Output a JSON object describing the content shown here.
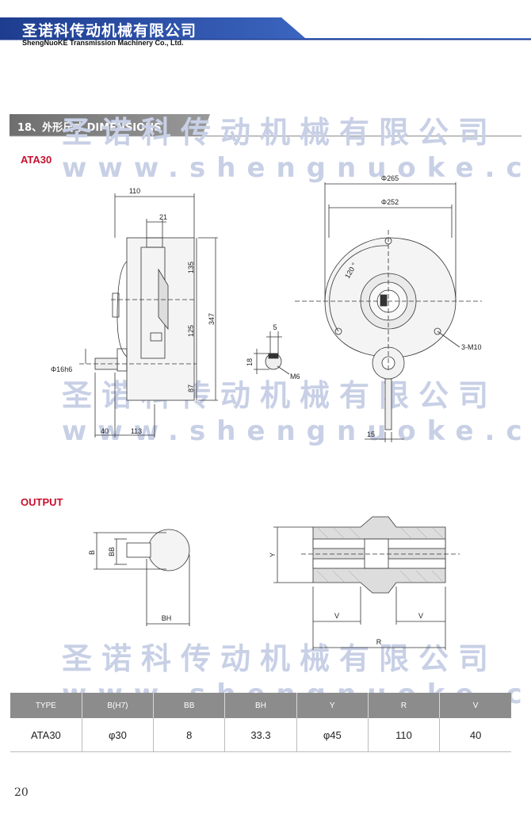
{
  "header": {
    "company_cn": "圣诺科传动机械有限公司",
    "company_en": "ShengNuoKE Transmission Machinery Co., Ltd."
  },
  "section": {
    "title": "18、外形尺寸 DIMENSIONS"
  },
  "watermark": {
    "cn": "圣诺科传动机械有限公司",
    "url": "www.shengnuoke.com"
  },
  "drawing_ata30": {
    "label": "ATA30",
    "dims": {
      "d110": "110",
      "d21": "21",
      "d135": "135",
      "d125": "125",
      "d347": "347",
      "d87": "87",
      "d40": "40",
      "d113": "113",
      "shaft": "Φ16h6",
      "d5": "5",
      "d18": "18",
      "m6": "M6",
      "phi265": "Φ265",
      "phi252": "Φ252",
      "angle": "120 °",
      "m10": "3-M10",
      "d15": "15"
    }
  },
  "drawing_output": {
    "label": "OUTPUT",
    "dims": {
      "b": "B",
      "bb": "BB",
      "bh": "BH",
      "y": "Y",
      "v1": "V",
      "v2": "V",
      "r": "R"
    }
  },
  "table": {
    "headers": [
      "TYPE",
      "B(H7)",
      "BB",
      "BH",
      "Y",
      "R",
      "V"
    ],
    "rows": [
      [
        "ATA30",
        "φ30",
        "8",
        "33.3",
        "φ45",
        "110",
        "40"
      ]
    ]
  },
  "colors": {
    "header_blue": "#2d4fa3",
    "section_gray": "#8a8a8a",
    "accent_red": "#c8102e"
  },
  "page_number": "20"
}
